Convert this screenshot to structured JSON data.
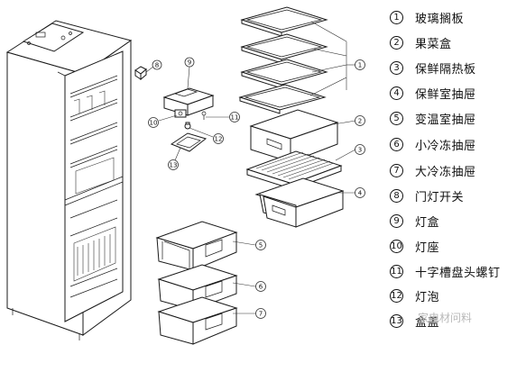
{
  "legend": [
    {
      "num": "1",
      "label": "玻璃搁板"
    },
    {
      "num": "2",
      "label": "果菜盒"
    },
    {
      "num": "3",
      "label": "保鲜隔热板"
    },
    {
      "num": "4",
      "label": "保鲜室抽屉"
    },
    {
      "num": "5",
      "label": "变温室抽屉"
    },
    {
      "num": "6",
      "label": "小冷冻抽屉"
    },
    {
      "num": "7",
      "label": "大冷冻抽屉"
    },
    {
      "num": "8",
      "label": "门灯开关"
    },
    {
      "num": "9",
      "label": "灯盒"
    },
    {
      "num": "10",
      "label": "灯座"
    },
    {
      "num": "11",
      "label": "十字槽盘头螺钉"
    },
    {
      "num": "12",
      "label": "灯泡"
    },
    {
      "num": "13",
      "label": "盒盖"
    }
  ],
  "callouts": {
    "glass_shelves": "1",
    "crisper": "2",
    "insulation_plate": "3",
    "fresh_drawer": "4",
    "var_drawer": "5",
    "small_freezer": "6",
    "big_freezer": "7",
    "door_switch": "8",
    "lamp_box": "9",
    "lamp_holder": "10",
    "screw": "11",
    "bulb": "12",
    "box_cover": "13"
  },
  "watermark": "家电材问料"
}
